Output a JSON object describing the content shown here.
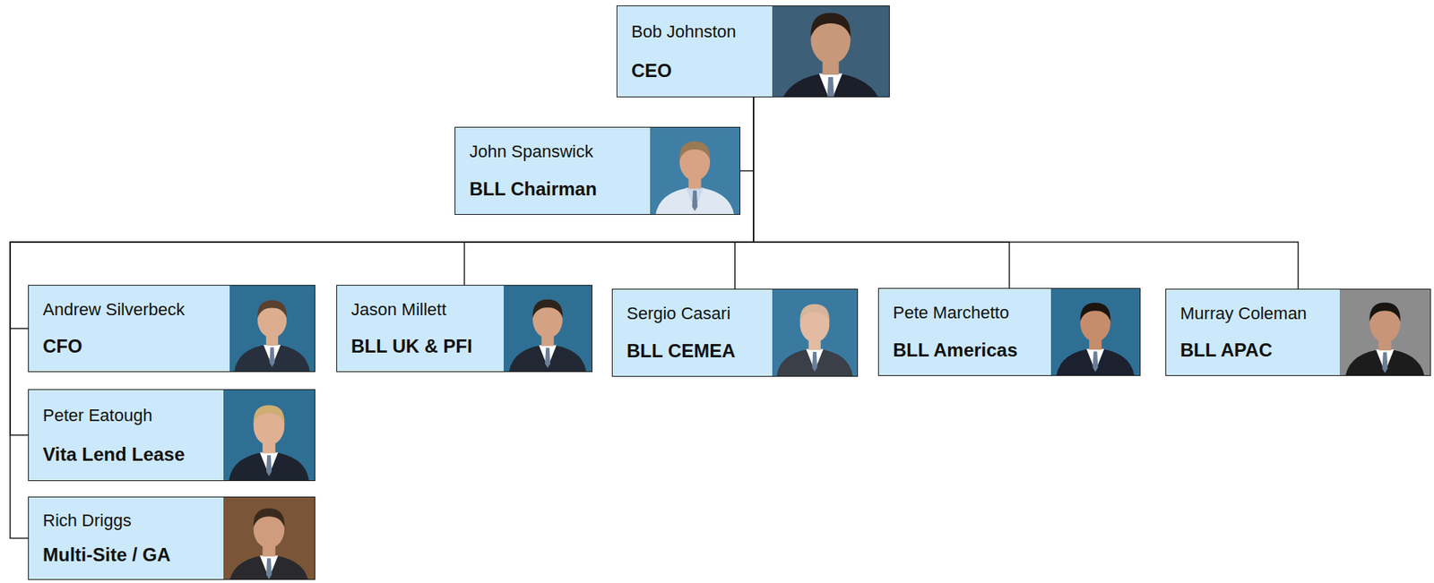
{
  "diagram": {
    "nodes": [
      {
        "text": [
          "Bob Johnston",
          "CEO"
        ]
      },
      {
        "text": [
          "John Spanswick",
          "BLL Chairman"
        ]
      },
      {
        "text": [
          "Andrew Silverbeck",
          "CFO"
        ]
      },
      {
        "text": [
          "Jason Millett",
          "BLL UK & PFI"
        ]
      },
      {
        "text": [
          "Sergio Casari",
          "BLL CEMEA"
        ]
      },
      {
        "text": [
          "Pete Marchetto",
          "BLL Americas"
        ]
      },
      {
        "text": [
          "Murray Coleman",
          "BLL APAC"
        ]
      },
      {
        "text": [
          "Peter Eatough",
          "Vita Lend Lease"
        ]
      },
      {
        "text": [
          "Rich Driggs",
          "Multi-Site / GA"
        ]
      }
    ],
    "edges": [
      {
        "from": 0,
        "to": 1,
        "arrow": "none"
      },
      {
        "from": 0,
        "to": 2,
        "arrow": "none"
      },
      {
        "from": 0,
        "to": 3,
        "arrow": "none"
      },
      {
        "from": 0,
        "to": 4,
        "arrow": "none"
      },
      {
        "from": 0,
        "to": 5,
        "arrow": "none"
      },
      {
        "from": 0,
        "to": 6,
        "arrow": "none"
      },
      {
        "from": 0,
        "to": 7,
        "arrow": "none"
      },
      {
        "from": 0,
        "to": 8,
        "arrow": "none"
      }
    ]
  }
}
